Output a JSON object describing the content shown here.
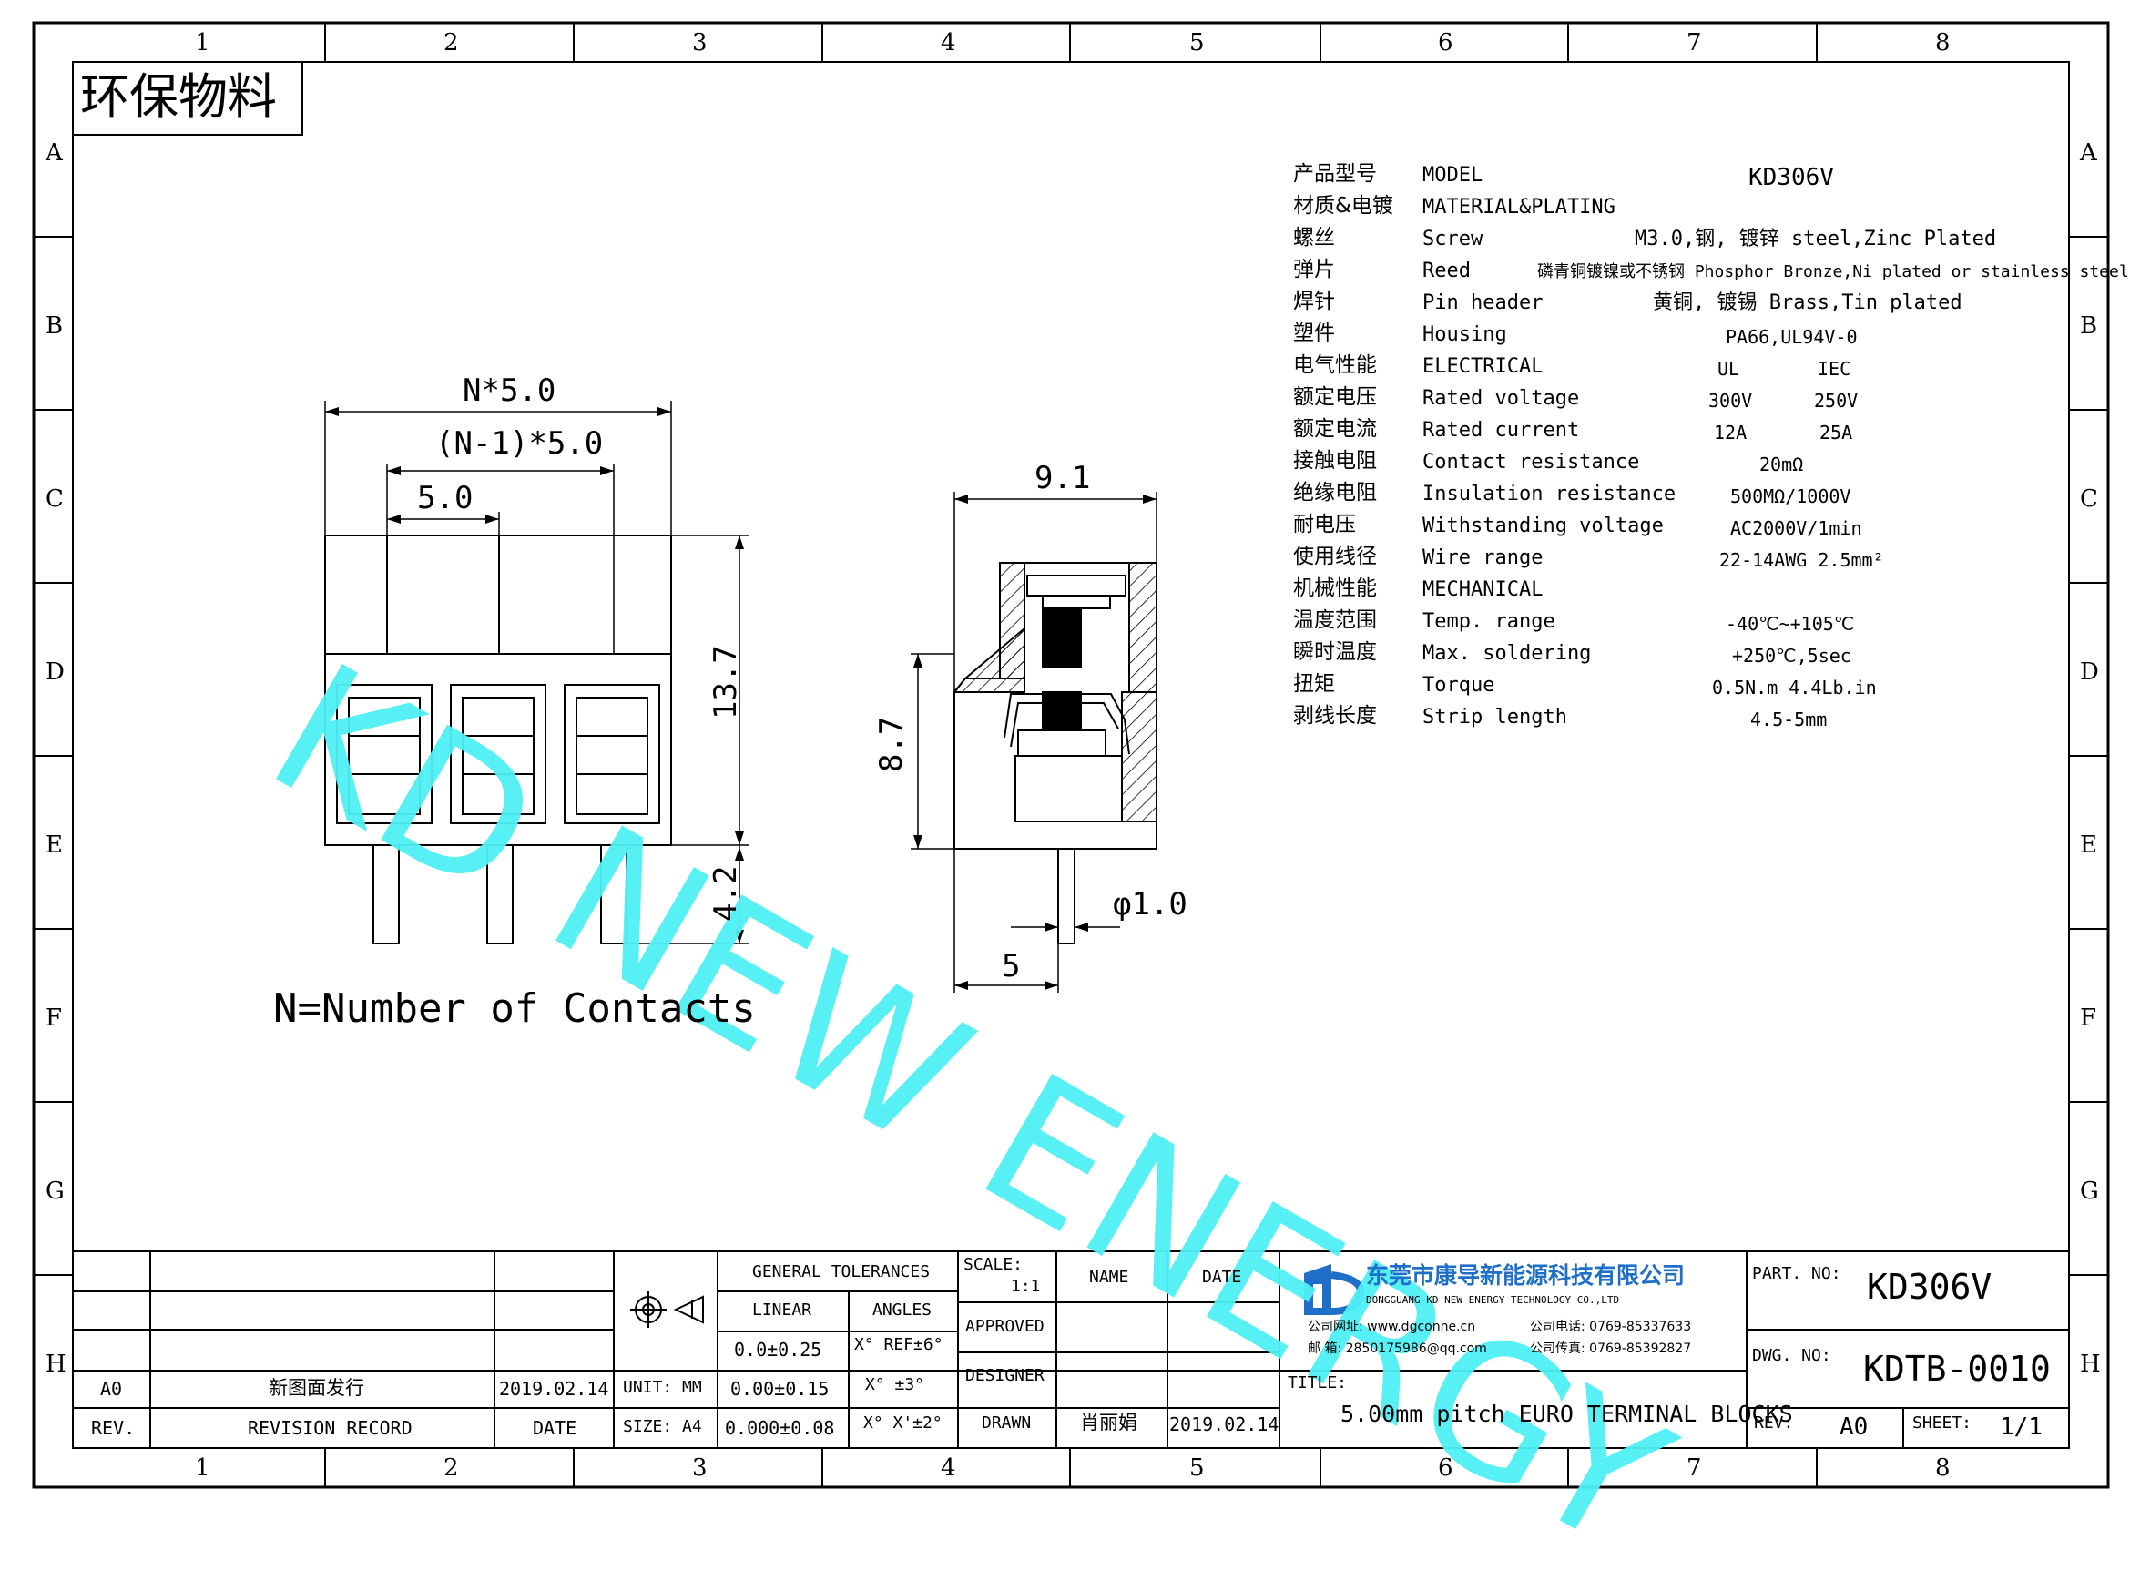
{
  "stamp": "环保物料",
  "watermark": "KD NEW ENERGY",
  "grid": {
    "columns": [
      "1",
      "2",
      "3",
      "4",
      "5",
      "6",
      "7",
      "8"
    ],
    "rows": [
      "A",
      "B",
      "C",
      "D",
      "E",
      "F",
      "G",
      "H"
    ]
  },
  "dimensions": {
    "total_width": "N*5.0",
    "pitch_span": "(N-1)*5.0",
    "pitch": "5.0",
    "body_height": "13.7",
    "pin_length": "4.2",
    "side_width": "9.1",
    "side_height": "8.7",
    "pin_diameter": "φ1.0",
    "pin_offset": "5"
  },
  "note": "N=Number of Contacts",
  "specs": [
    {
      "cn": "产品型号",
      "en": "MODEL",
      "value": "KD306V"
    },
    {
      "cn": "材质&电镀",
      "en": "MATERIAL&PLATING",
      "value": ""
    },
    {
      "cn": "螺丝",
      "en": "Screw",
      "value": "M3.0,钢, 镀锌 steel,Zinc Plated"
    },
    {
      "cn": "弹片",
      "en": "Reed",
      "value": "磷青铜镀镍或不锈钢 Phosphor Bronze,Ni plated or stainless steel"
    },
    {
      "cn": "焊针",
      "en": "Pin header",
      "value": "黄铜, 镀锡 Brass,Tin plated"
    },
    {
      "cn": "塑件",
      "en": "Housing",
      "value": "PA66,UL94V-0"
    },
    {
      "cn": "电气性能",
      "en": "ELECTRICAL",
      "value_ul": "UL",
      "value_iec": "IEC"
    },
    {
      "cn": "额定电压",
      "en": "Rated voltage",
      "value_ul": "300V",
      "value_iec": "250V"
    },
    {
      "cn": "额定电流",
      "en": "Rated current",
      "value_ul": "12A",
      "value_iec": "25A"
    },
    {
      "cn": "接触电阻",
      "en": "Contact resistance",
      "value": "20mΩ"
    },
    {
      "cn": "绝缘电阻",
      "en": "Insulation resistance",
      "value": "500MΩ/1000V"
    },
    {
      "cn": "耐电压",
      "en": "Withstanding voltage",
      "value": "AC2000V/1min"
    },
    {
      "cn": "使用线径",
      "en": "Wire range",
      "value": "22-14AWG 2.5mm²"
    },
    {
      "cn": "机械性能",
      "en": "MECHANICAL",
      "value": ""
    },
    {
      "cn": "温度范围",
      "en": "Temp. range",
      "value": "-40℃~+105℃"
    },
    {
      "cn": "瞬时温度",
      "en": "Max. soldering",
      "value": "+250℃,5sec"
    },
    {
      "cn": "扭矩",
      "en": "Torque",
      "value": "0.5N.m  4.4Lb.in"
    },
    {
      "cn": "剥线长度",
      "en": "Strip length",
      "value": "4.5-5mm"
    }
  ],
  "title_block": {
    "revision_version": "A0",
    "revision_text": "新图面发行",
    "revision_date": "2019.02.14",
    "rev_label": "REV.",
    "revision_record_label": "REVISION RECORD",
    "date_label": "DATE",
    "unit_label": "UNIT: MM",
    "size_label": "SIZE: A4",
    "general_tolerances": "GENERAL TOLERANCES",
    "linear_label": "LINEAR",
    "angles_label": "ANGLES",
    "linear": [
      "0.0±0.25",
      "0.00±0.15",
      "0.000±0.08"
    ],
    "angles": [
      "X° REF±6°",
      "X° ±3°",
      "X° X'±2°"
    ],
    "scale_label": "SCALE:",
    "scale_value": "1:1",
    "name_label": "NAME",
    "date_col_label": "DATE",
    "approved_label": "APPROVED",
    "designer_label": "DESIGNER",
    "drawn_label": "DRAWN",
    "drawn_name": "肖丽娟",
    "drawn_date": "2019.02.14",
    "company_cn": "东莞市康导新能源科技有限公司",
    "company_en": "DONGGUANG KD NEW ENERGY TECHNOLOGY CO.,LTD",
    "website": "公司网址: www.dgconne.cn",
    "phone": "公司电话: 0769-85337633",
    "email": "邮    箱: 2850175986@qq.com",
    "fax": "公司传真: 0769-85392827",
    "title_label": "TITLE:",
    "title_value": "5.00mm pitch EURO TERMINAL BLOCKS",
    "part_no_label": "PART. NO:",
    "part_no": "KD306V",
    "dwg_no_label": "DWG. NO:",
    "dwg_no": "KDTB-0010",
    "rev_label2": "REV:",
    "rev_value": "A0",
    "sheet_label": "SHEET:",
    "sheet_value": "1/1"
  },
  "colors": {
    "watermark": "#4ff0f5",
    "logo_blue": "#1f6fc8"
  }
}
